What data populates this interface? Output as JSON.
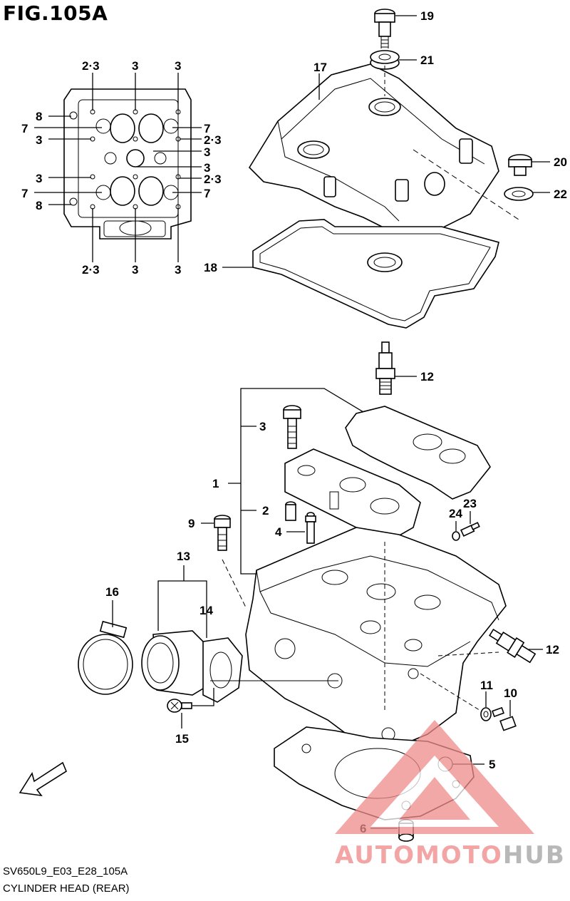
{
  "figure": {
    "title": "FIG.105A",
    "model_code": "SV650L9_E03_E28_105A",
    "caption": "CYLINDER HEAD (REAR)"
  },
  "watermark": {
    "part1": "AUTOMOTO",
    "part2": "HUB",
    "accent_color": "#f3a5a5",
    "gray_color": "#b8b8b8"
  },
  "callouts": {
    "c1": "1",
    "c2": "2",
    "c3": "3",
    "c4": "4",
    "c5": "5",
    "c6": "6",
    "c9": "9",
    "c10": "10",
    "c11": "11",
    "c12a": "12",
    "c12b": "12",
    "c13": "13",
    "c14": "14",
    "c15": "15",
    "c16": "16",
    "c17": "17",
    "c18": "18",
    "c19": "19",
    "c20": "20",
    "c21": "21",
    "c22": "22",
    "c23": "23",
    "c24": "24"
  },
  "inset_callouts": {
    "t1": "2·3",
    "t2": "3",
    "t3": "3",
    "l1": "8",
    "l2": "7",
    "l3": "3",
    "l4": "3",
    "l5": "7",
    "l6": "8",
    "r1": "7",
    "r2": "2·3",
    "r3": "3",
    "r4": "3",
    "r5": "2·3",
    "r6": "7",
    "b1": "2·3",
    "b2": "3",
    "b3": "3"
  }
}
